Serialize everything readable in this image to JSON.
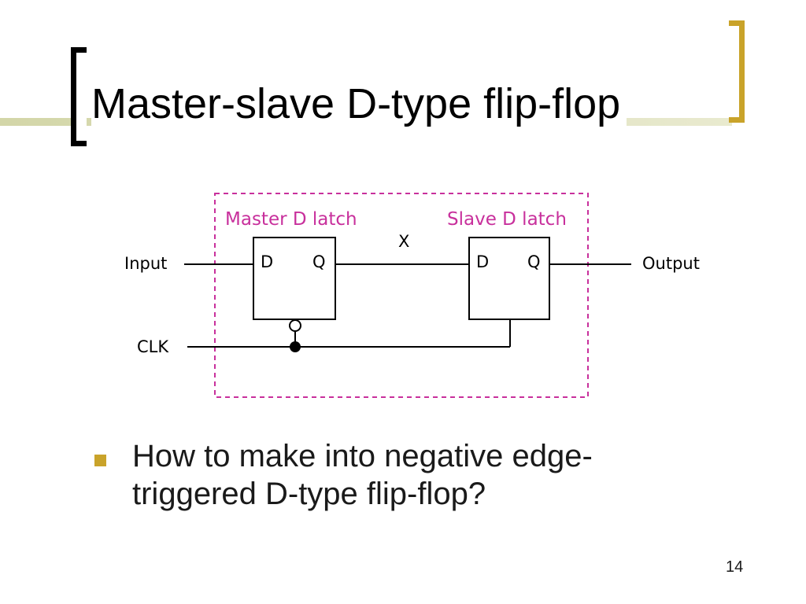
{
  "slide": {
    "title": "Master-slave D-type flip-flop",
    "page_number": "14",
    "colors": {
      "left_bracket": "#000000",
      "right_bracket": "#c9a32a",
      "title_band": "#d3d6a8",
      "bullet": "#c9a32a",
      "latch_label": "#c8309c",
      "dashed_border": "#c8309c"
    }
  },
  "diagram": {
    "master_label": "Master D latch",
    "slave_label": "Slave D latch",
    "input_label": "Input",
    "output_label": "Output",
    "clk_label": "CLK",
    "mid_label": "X",
    "master": {
      "d_pin": "D",
      "q_pin": "Q"
    },
    "slave": {
      "d_pin": "D",
      "q_pin": "Q"
    }
  },
  "bullets": [
    {
      "text": "How to make into negative edge-triggered D-type flip-flop?"
    }
  ]
}
